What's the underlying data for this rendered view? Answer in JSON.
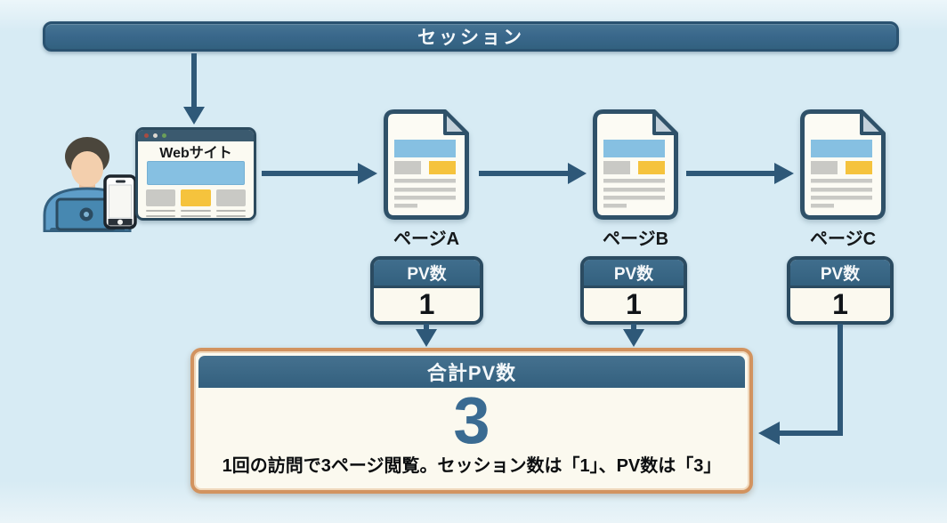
{
  "session_banner": {
    "label": "セッション"
  },
  "browser": {
    "title": "Webサイト"
  },
  "pages": [
    {
      "label": "ページA"
    },
    {
      "label": "ページB"
    },
    {
      "label": "ページC"
    }
  ],
  "pv_counters": [
    {
      "label": "PV数",
      "value": "1"
    },
    {
      "label": "PV数",
      "value": "1"
    },
    {
      "label": "PV数",
      "value": "1"
    }
  ],
  "total_box": {
    "label": "合計PV数",
    "value": "3",
    "caption": "1回の訪問で3ページ閲覧。セッション数は「1」、PV数は「3」"
  },
  "icons": {
    "person": "person-icon",
    "laptop": "laptop-icon",
    "smartphone": "smartphone-icon",
    "browser_window": "browser-window",
    "document": "document-icon",
    "arrow": "flow-arrow"
  },
  "colors": {
    "background": "#d7ebf4",
    "banner_fill": "#3a688c",
    "banner_border": "#2a5270",
    "arrow": "#2e5878",
    "box_border": "#2b4b61",
    "header_fill": "#33607e",
    "card_bg": "#fbf9ef",
    "doc_bg": "#fcfbf4",
    "accent_orange": "#d2935f",
    "total_value_blue": "#3a6b92",
    "doc_blue": "#86c0e2",
    "doc_yellow": "#f5c33d",
    "doc_gray": "#c9c9c5"
  }
}
